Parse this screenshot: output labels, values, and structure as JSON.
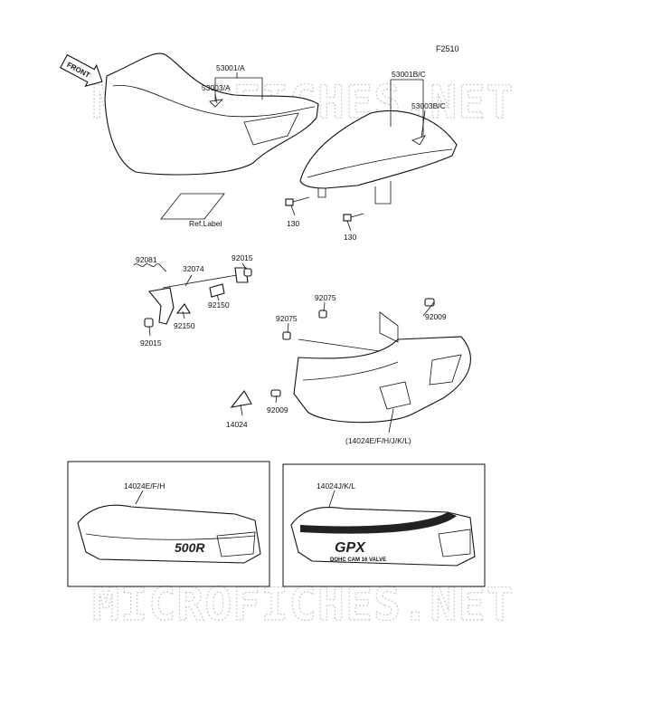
{
  "figure_code": "F2510",
  "front_arrow_label": "FRONT",
  "watermark": "MICROFICHES.NET",
  "labels": {
    "p53001A": "53001/A",
    "p53003A": "53003/A",
    "p53001BC": "53001B/C",
    "p53003BC": "53003B/C",
    "ref_label": "Ref.Label",
    "p130a": "130",
    "p130b": "130",
    "p92081": "92081",
    "p32074": "32074",
    "p92015a": "92015",
    "p92150a": "92150",
    "p92150b": "92150",
    "p92015b": "92015",
    "p92075a": "92075",
    "p92075b": "92075",
    "p92009a": "92009",
    "p92009b": "92009",
    "p14024": "14024",
    "p14024_var": "(14024E/F/H/J/K/L)",
    "inset_left": "14024E/F/H",
    "inset_right": "14024J/K/L"
  },
  "badges": {
    "left": "500R",
    "right_main": "GPX",
    "right_sub": "DOHC CAM 16 VALVE"
  }
}
